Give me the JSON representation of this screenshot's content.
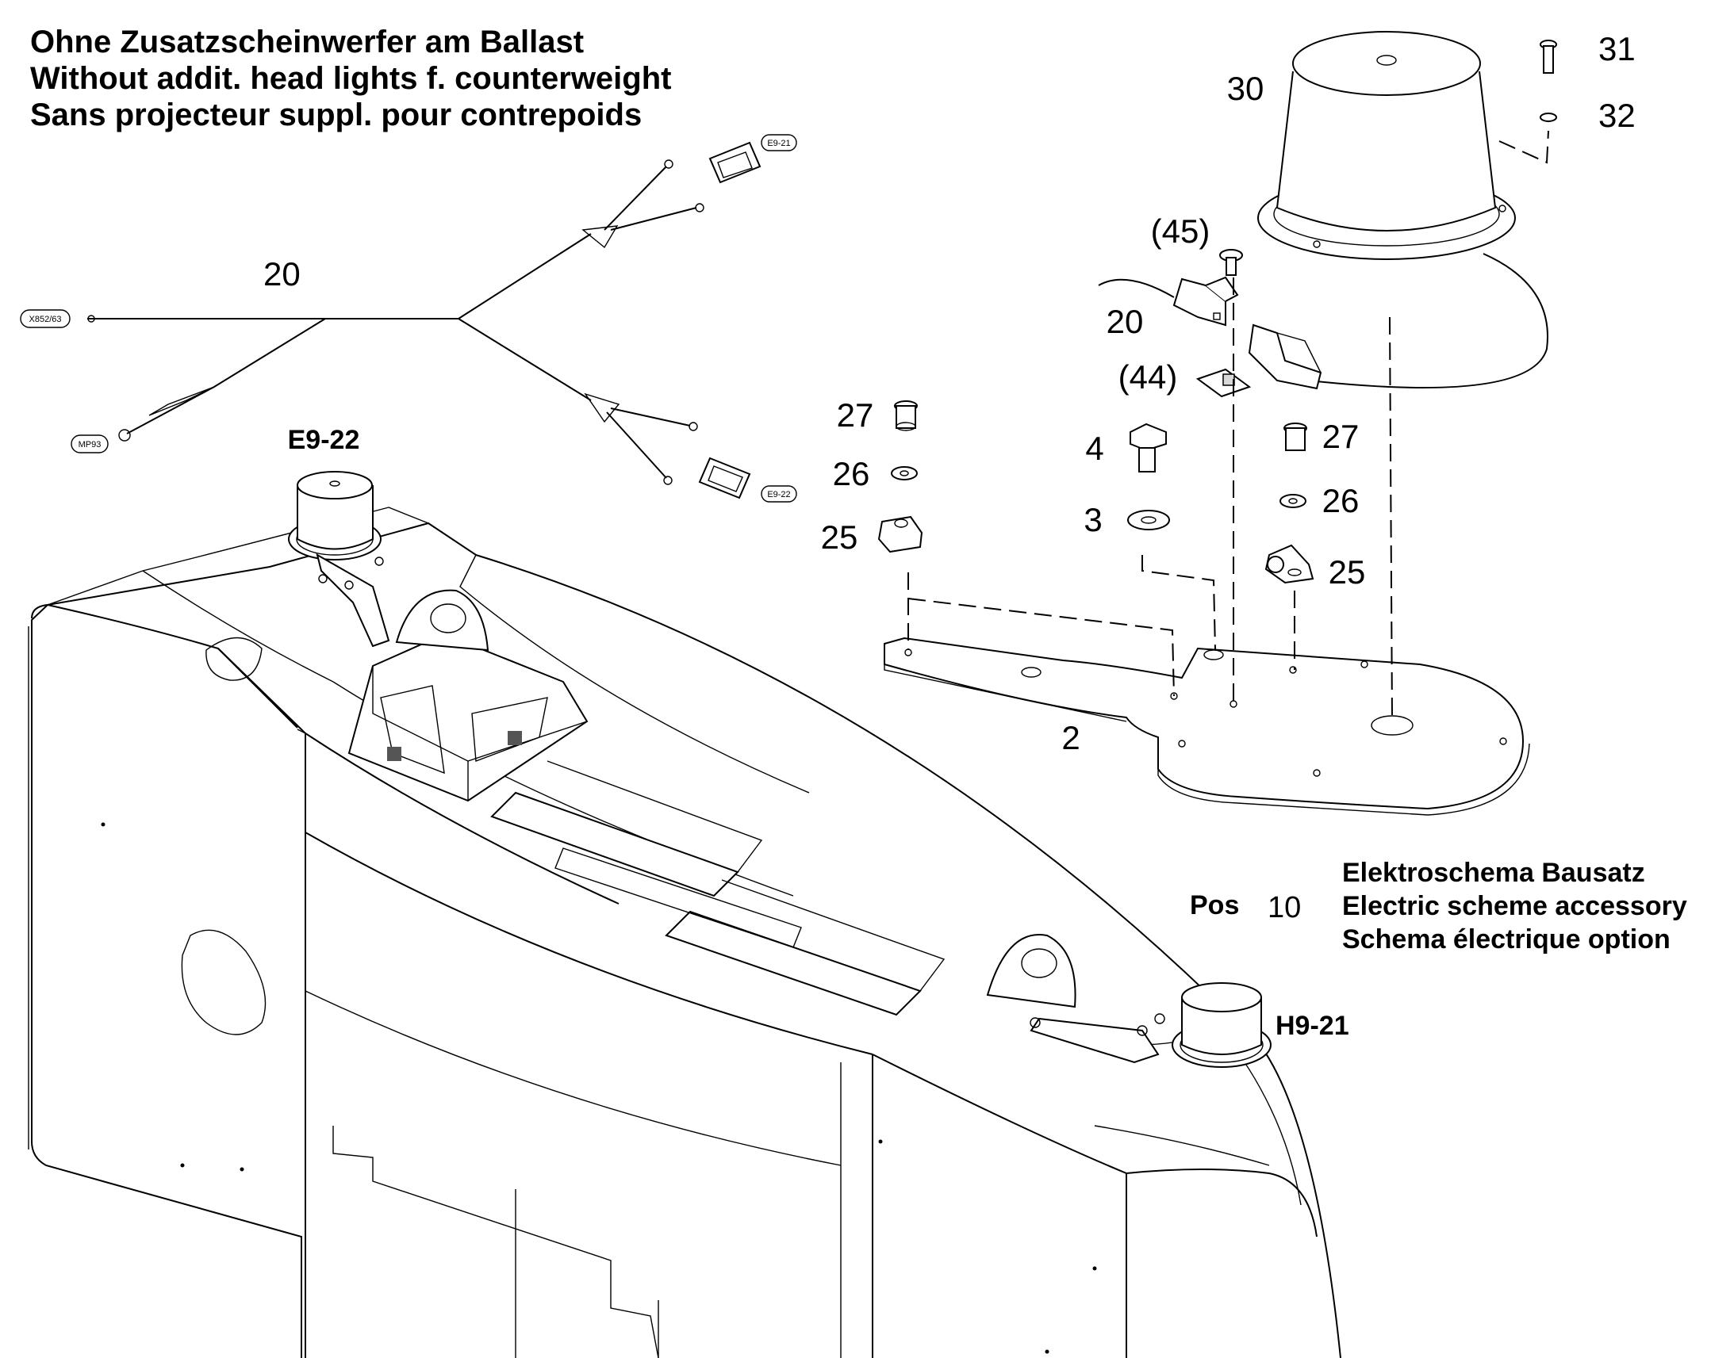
{
  "header": {
    "line_de": "Ohne Zusatzscheinwerfer am Ballast",
    "line_en": "Without addit. head lights f. counterweight",
    "line_fr": "Sans projecteur suppl. pour contrepoids"
  },
  "harness": {
    "number": "20",
    "tag_left": "X852/63",
    "tag_ground": "MP93",
    "tag_top": "E9-21",
    "tag_bottom": "E9-22"
  },
  "callouts": {
    "c31": "31",
    "c32": "32",
    "c30": "30",
    "c45": "(45)",
    "c20": "20",
    "c44": "(44)",
    "c4": "4",
    "c3": "3",
    "c27a": "27",
    "c26a": "26",
    "c25a": "25",
    "c27b": "27",
    "c26b": "26",
    "c25b": "25",
    "c2": "2"
  },
  "references": {
    "lamp_left": "E9-22",
    "lamp_right": "H9-21"
  },
  "legend": {
    "pos_label": "Pos",
    "pos_value": "10",
    "line_de": "Elektroschema Bausatz",
    "line_en": "Electric scheme accessory",
    "line_fr": "Schema électrique option"
  }
}
